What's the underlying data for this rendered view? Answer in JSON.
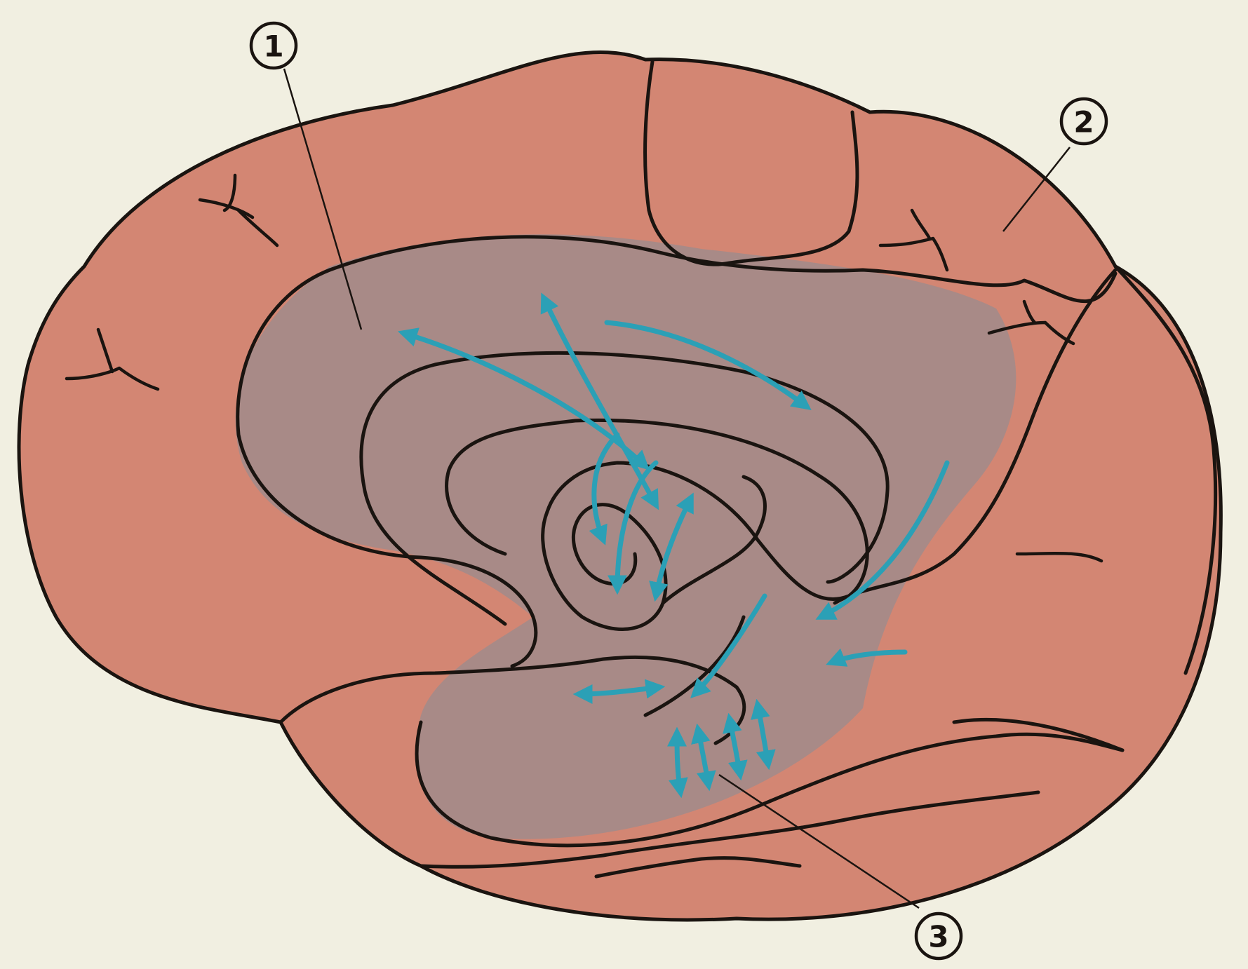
{
  "background_color": "#f1efe1",
  "colors": {
    "cortex": "#d38673",
    "limbic_region": "#a88a87",
    "arrows": "#2ba0b6",
    "outline": "#1a1410"
  },
  "markers": [
    {
      "id": "1",
      "label": "1"
    },
    {
      "id": "2",
      "label": "2"
    },
    {
      "id": "3",
      "label": "3"
    }
  ]
}
